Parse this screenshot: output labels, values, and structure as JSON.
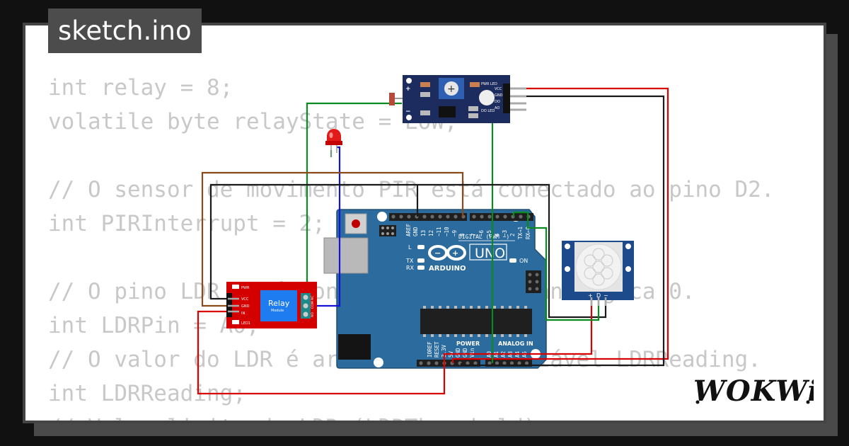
{
  "file_tab": {
    "title": "sketch.ino"
  },
  "code_lines": [
    "int relay = 8;",
    "volatile byte relayState = LOW;",
    "",
    "// O sensor de movimento PIR está conectado ao pino D2.",
    "int PIRInterrupt = 2;",
    "",
    "// O pino LDR está conectado ao pino analógica 0.",
    "int LDRPin = A0;",
    "// O valor do LDR é armazenado na variável LDRReading.",
    "int LDRReading;",
    "// Valor limite do LDR (LDRThreshold)"
  ],
  "arduino": {
    "logo": "UNO",
    "brand": "ARDUINO",
    "digital_label": "DIGITAL (PWM ~)",
    "power_label": "POWER",
    "analog_label": "ANALOG IN",
    "on_label": "ON",
    "led_labels": [
      "L",
      "TX",
      "RX"
    ],
    "aref": "AREF",
    "gnd": "GND",
    "digital_pins": [
      "13",
      "12",
      "~11",
      "~10",
      "~9",
      "8",
      "7",
      "~6",
      "~5",
      "4",
      "~3",
      "2",
      "TX→1",
      "RX←0"
    ],
    "power_pins": [
      "IOREF",
      "RESET",
      "3.3V",
      "5V",
      "GND",
      "GND",
      "Vin"
    ],
    "analog_pins": [
      "A0",
      "A1",
      "A2",
      "A3",
      "A4",
      "A5"
    ]
  },
  "relay": {
    "label": "Relay",
    "sublabel": "Module",
    "pins": [
      "VCC",
      "GND",
      "IN"
    ],
    "leds": [
      "PWR",
      "LED1"
    ],
    "terminals": [
      "NC",
      "COM",
      "NO"
    ]
  },
  "ldr_module": {
    "plus": "+",
    "minus": "−",
    "pins": [
      "VCC",
      "GND",
      "DO",
      "AO"
    ],
    "leds": [
      "PWR LED",
      "DO LED"
    ]
  },
  "pir": {
    "pins": [
      "+",
      "D",
      "−"
    ]
  },
  "logo": "WOKWi",
  "colors": {
    "board": "#2c6b9d",
    "wire_red": "#d80000",
    "wire_green": "#0a8a20",
    "wire_black": "#1a1a1a",
    "wire_blue": "#1414d8",
    "wire_brown": "#8b4a1a",
    "relay_board": "#d40000",
    "ldr_board": "#1d2c5e"
  }
}
